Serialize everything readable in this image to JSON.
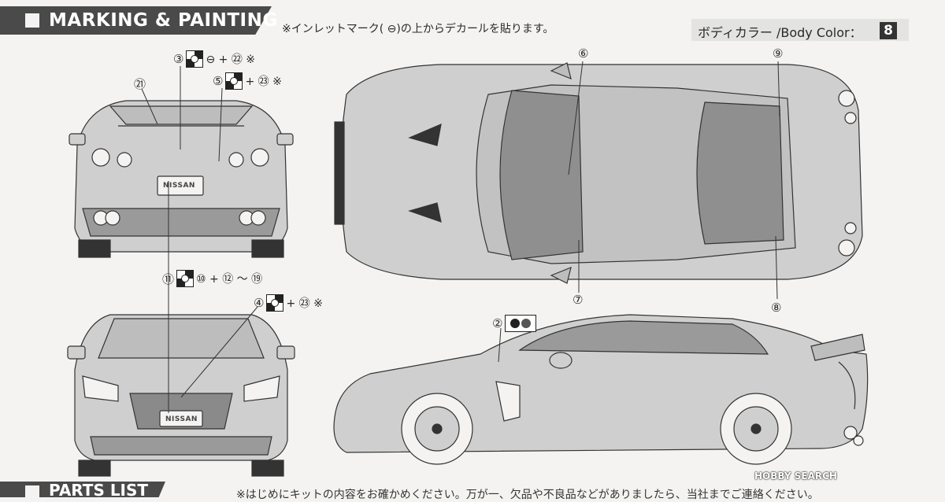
{
  "header": {
    "title": "MARKING & PAINTING",
    "note": "※インレットマーク( ⊖)の上からデカールを貼ります。"
  },
  "body_color": {
    "label": "ボディカラー /Body Color：",
    "code": "8"
  },
  "labels": {
    "rear_top_1": "③",
    "rear_top_1_tail": "⊖ + ㉒ ※",
    "rear_top_2": "⑤",
    "rear_top_2_tail": "+ ㉓ ※",
    "rear_21": "㉑",
    "mid_11": "⑪",
    "mid_11_tail": "⑩ + ⑫ ～ ⑲",
    "mid_4": "④",
    "mid_4_tail": "+ ㉓ ※",
    "top_6": "⑥",
    "top_9": "⑨",
    "top_7": "⑦",
    "top_8": "⑧",
    "side_2": "②"
  },
  "plates": {
    "rear": "NISSAN",
    "front": "NISSAN"
  },
  "footer": {
    "parts_title": "PARTS LIST",
    "parts_note": "※はじめにキットの内容をお確かめください。万が一、欠品や不良品などがありましたら、当社までご連絡ください。"
  },
  "watermark": "HOBBY SEARCH"
}
